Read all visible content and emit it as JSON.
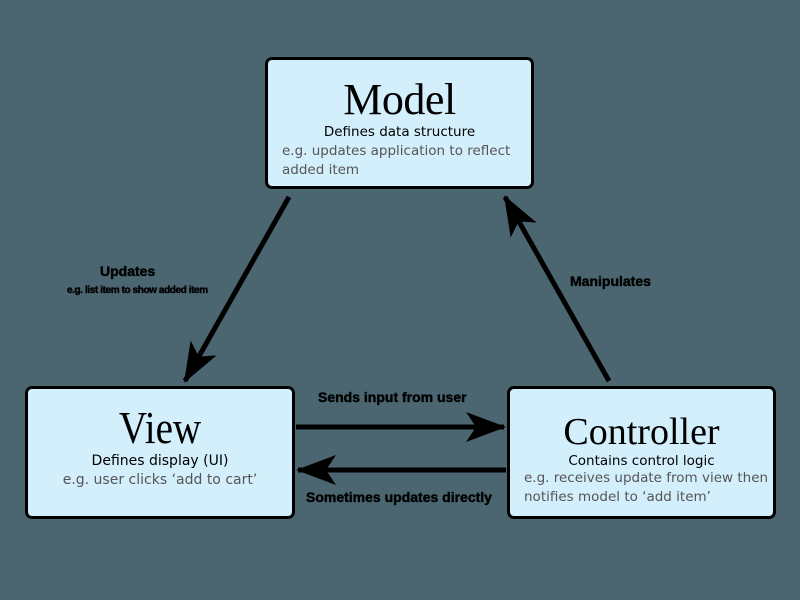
{
  "diagram": {
    "background_color": "#4b6670",
    "box_fill": "#d3effc",
    "nodes": {
      "model": {
        "title": "Model",
        "subtitle": "Defines data structure",
        "example": "e.g. updates application to reflect added item"
      },
      "view": {
        "title": "View",
        "subtitle": "Defines display (UI)",
        "example": "e.g. user clicks ‘add to cart’"
      },
      "controller": {
        "title": "Controller",
        "subtitle": "Contains control logic",
        "example": "e.g. receives update from view then notifies model to ‘add item’"
      }
    },
    "edges": {
      "model_to_view": {
        "label": "Updates",
        "sublabel": "e.g. list item to show added item"
      },
      "controller_to_model": {
        "label": "Manipulates"
      },
      "view_to_controller": {
        "label": "Sends input from user"
      },
      "controller_to_view": {
        "label": "Sometimes updates directly"
      }
    }
  }
}
